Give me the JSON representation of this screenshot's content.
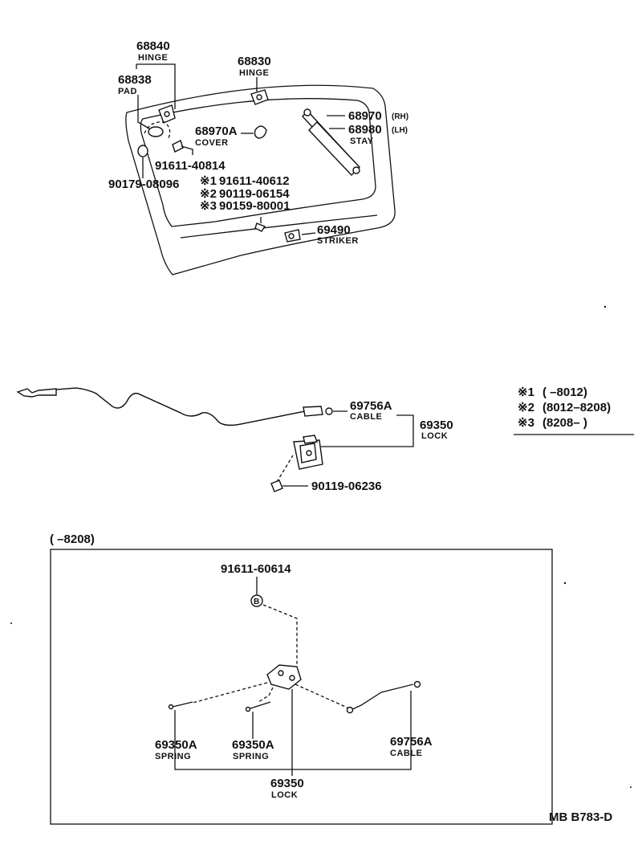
{
  "top": {
    "hinge_lh_num": "68840",
    "hinge_lh_lbl": "HINGE",
    "pad_num": "68838",
    "pad_lbl": "PAD",
    "hinge_rh_num": "68830",
    "hinge_rh_lbl": "HINGE",
    "cover_num": "68970A",
    "cover_lbl": "COVER",
    "stay_rh_num": "68970",
    "stay_rh_suffix": "(RH)",
    "stay_lh_num": "68980",
    "stay_lh_suffix": "(LH)",
    "stay_lbl": "STAY",
    "bolt1": "91611-40814",
    "bolt2": "90179-08096",
    "n1": "91611-40612",
    "n2": "90119-06154",
    "n3": "90159-80001",
    "striker_num": "69490",
    "striker_lbl": "STRIKER"
  },
  "mid": {
    "cable_num": "69756A",
    "cable_lbl": "CABLE",
    "lock_num": "69350",
    "lock_lbl": "LOCK",
    "screw": "90119-06236"
  },
  "legend": {
    "l1_mark": "※1",
    "l1_text": "(        –8012)",
    "l2_mark": "※2",
    "l2_text": "(8012–8208)",
    "l3_mark": "※3",
    "l3_text": "(8208–        )"
  },
  "box": {
    "range": "(        –8208)",
    "bolt": "91611-60614",
    "bolt_mark": "B",
    "spring1_num": "69350A",
    "spring1_lbl": "SPRING",
    "spring2_num": "69350A",
    "spring2_lbl": "SPRING",
    "cable_num": "69756A",
    "cable_lbl": "CABLE",
    "lock_num": "69350",
    "lock_lbl": "LOCK"
  },
  "footer": {
    "code": "MB  B783-D"
  },
  "marks": {
    "m1": "※1",
    "m2": "※2",
    "m3": "※3"
  }
}
